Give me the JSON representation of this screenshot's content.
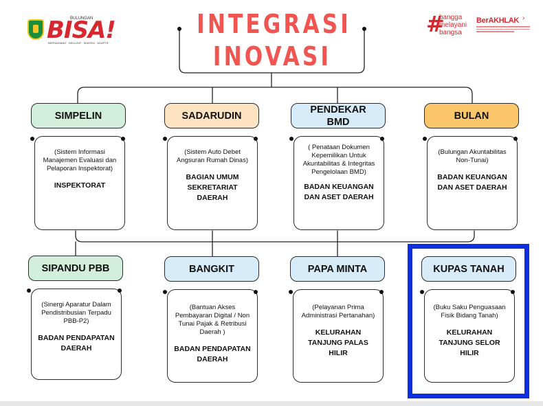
{
  "header": {
    "title_line1": "INTEGRASI",
    "title_line2": "INOVASI",
    "logo_left": {
      "text": "BISA!",
      "small_top": "BULUNGAN",
      "small_bottom": "BERSAHABAT · INKLUSIF · SINERGI · ADAPTIF",
      "icon": "crest-icon"
    },
    "logo_right": {
      "line1": "bangga",
      "line2": "melayani",
      "line3": "bangsa",
      "brand": "BerAKHLAK"
    }
  },
  "colors": {
    "title": "#f05552",
    "green": "#d2eedd",
    "peach": "#fde3c1",
    "blue": "#d7ecf8",
    "orange": "#fcc76b",
    "highlight": "#0d2fe0"
  },
  "row1": [
    {
      "name": "SIMPELIN",
      "desc": "(Sistem Informasi Manajemen Evaluasi dan Pelaporan Inspektorat)",
      "org": "INSPEKTORAT"
    },
    {
      "name": "SADARUDIN",
      "desc": "(Sistem Auto Debet Angsuran Rumah Dinas)",
      "org": "BAGIAN UMUM SEKRETARIAT DAERAH"
    },
    {
      "name": "PENDEKAR BMD",
      "desc": "( Penataan Dokumen Kepemilikan Untuk Akuntabilitas & Integritas Pengelolaan BMD)",
      "org": "BADAN KEUANGAN DAN ASET DAERAH"
    },
    {
      "name": "BULAN",
      "desc": "(Bulungan Akuntabilitas Non-Tunai)",
      "org": "BADAN KEUANGAN DAN ASET DAERAH"
    }
  ],
  "row2": [
    {
      "name": "SIPANDU PBB",
      "desc": "(Sinergi Aparatur Dalam Pendistribusian Terpadu PBB-P2)",
      "org": "BADAN PENDAPATAN DAERAH"
    },
    {
      "name": "BANGKIT",
      "desc": "(Bantuan Akses Pembayaran Digital / Non Tunai Pajak & Retribusi Daerah )",
      "org": "BADAN PENDAPATAN DAERAH"
    },
    {
      "name": "PAPA MINTA",
      "desc": "(Pelayanan Prima Administrasi Pertanahan)",
      "org": "KELURAHAN TANJUNG PALAS HILIR"
    },
    {
      "name": "KUPAS TANAH",
      "desc": "(Buku Saku Penguasaan Fisik Bidang Tanah)",
      "org": "KELURAHAN TANJUNG SELOR HILIR"
    }
  ]
}
